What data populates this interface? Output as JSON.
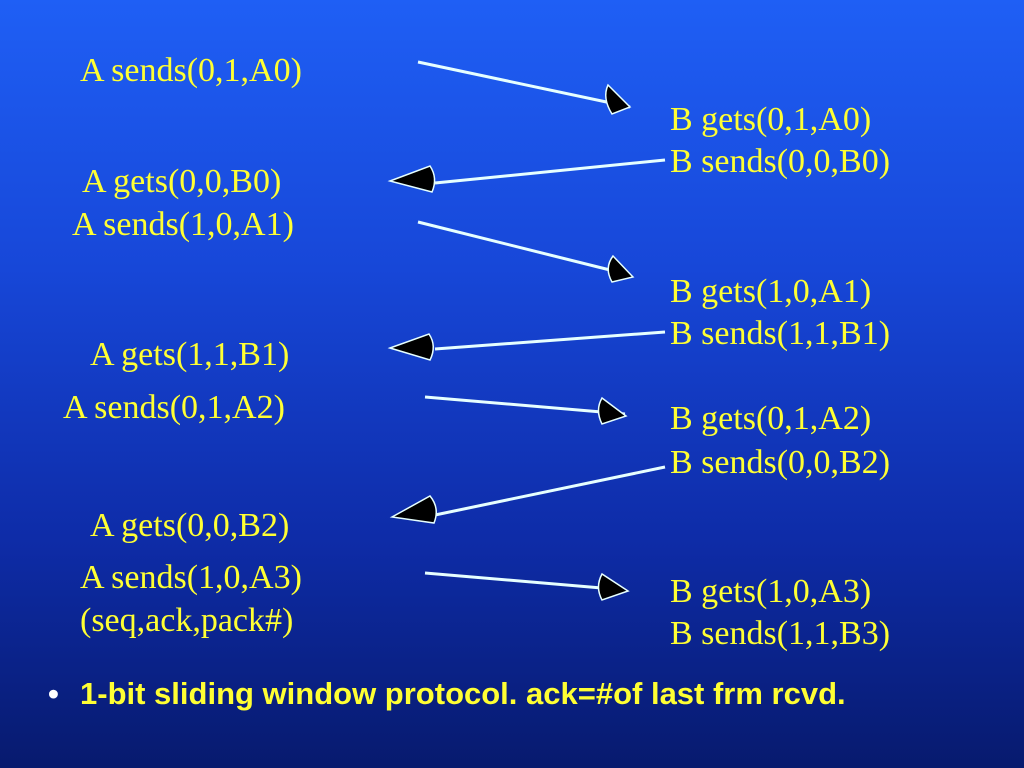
{
  "slide": {
    "left_labels": [
      "A sends(0,1,A0)",
      "A gets(0,0,B0)",
      "A sends(1,0,A1)",
      "A gets(1,1,B1)",
      "A sends(0,1,A2)",
      "A gets(0,0,B2)",
      "A sends(1,0,A3)",
      "(seq,ack,pack#)"
    ],
    "right_labels": [
      "B gets(0,1,A0)",
      "B sends(0,0,B0)",
      "B gets(1,0,A1)",
      "B sends(1,1,B1)",
      "B gets(0,1,A2)",
      "B sends(0,0,B2)",
      "B gets(1,0,A3)",
      "B sends(1,1,B3)"
    ],
    "bullet": "1-bit sliding window protocol. ack=#of last frm rcvd."
  },
  "colors": {
    "text": "#ffff33",
    "arrow_line": "#e6ffff",
    "arrow_head": "#000000",
    "background_top": "#1f5ff5",
    "background_bottom": "#071a6e"
  }
}
